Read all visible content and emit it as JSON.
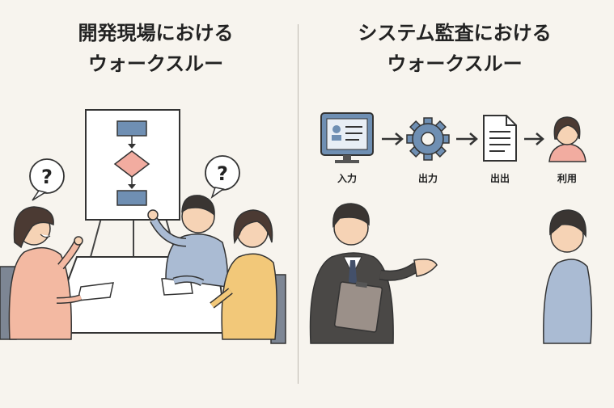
{
  "left": {
    "title_line1": "開発現場における",
    "title_line2": "ウォークスルー",
    "bubble_left": "?",
    "bubble_right": "?"
  },
  "right": {
    "title_line1": "システム監査における",
    "title_line2": "ウォークスルー",
    "flow": [
      {
        "label": "入力",
        "icon": "monitor-profile-icon"
      },
      {
        "label": "出力",
        "icon": "gear-icon"
      },
      {
        "label": "出出",
        "icon": "document-icon"
      },
      {
        "label": "利用",
        "icon": "user-icon"
      }
    ]
  },
  "colors": {
    "background": "#f7f4ee",
    "flow_box": "#6f8fb3",
    "decision_diamond": "#f2aca0",
    "skin": "#f6d3b5"
  }
}
